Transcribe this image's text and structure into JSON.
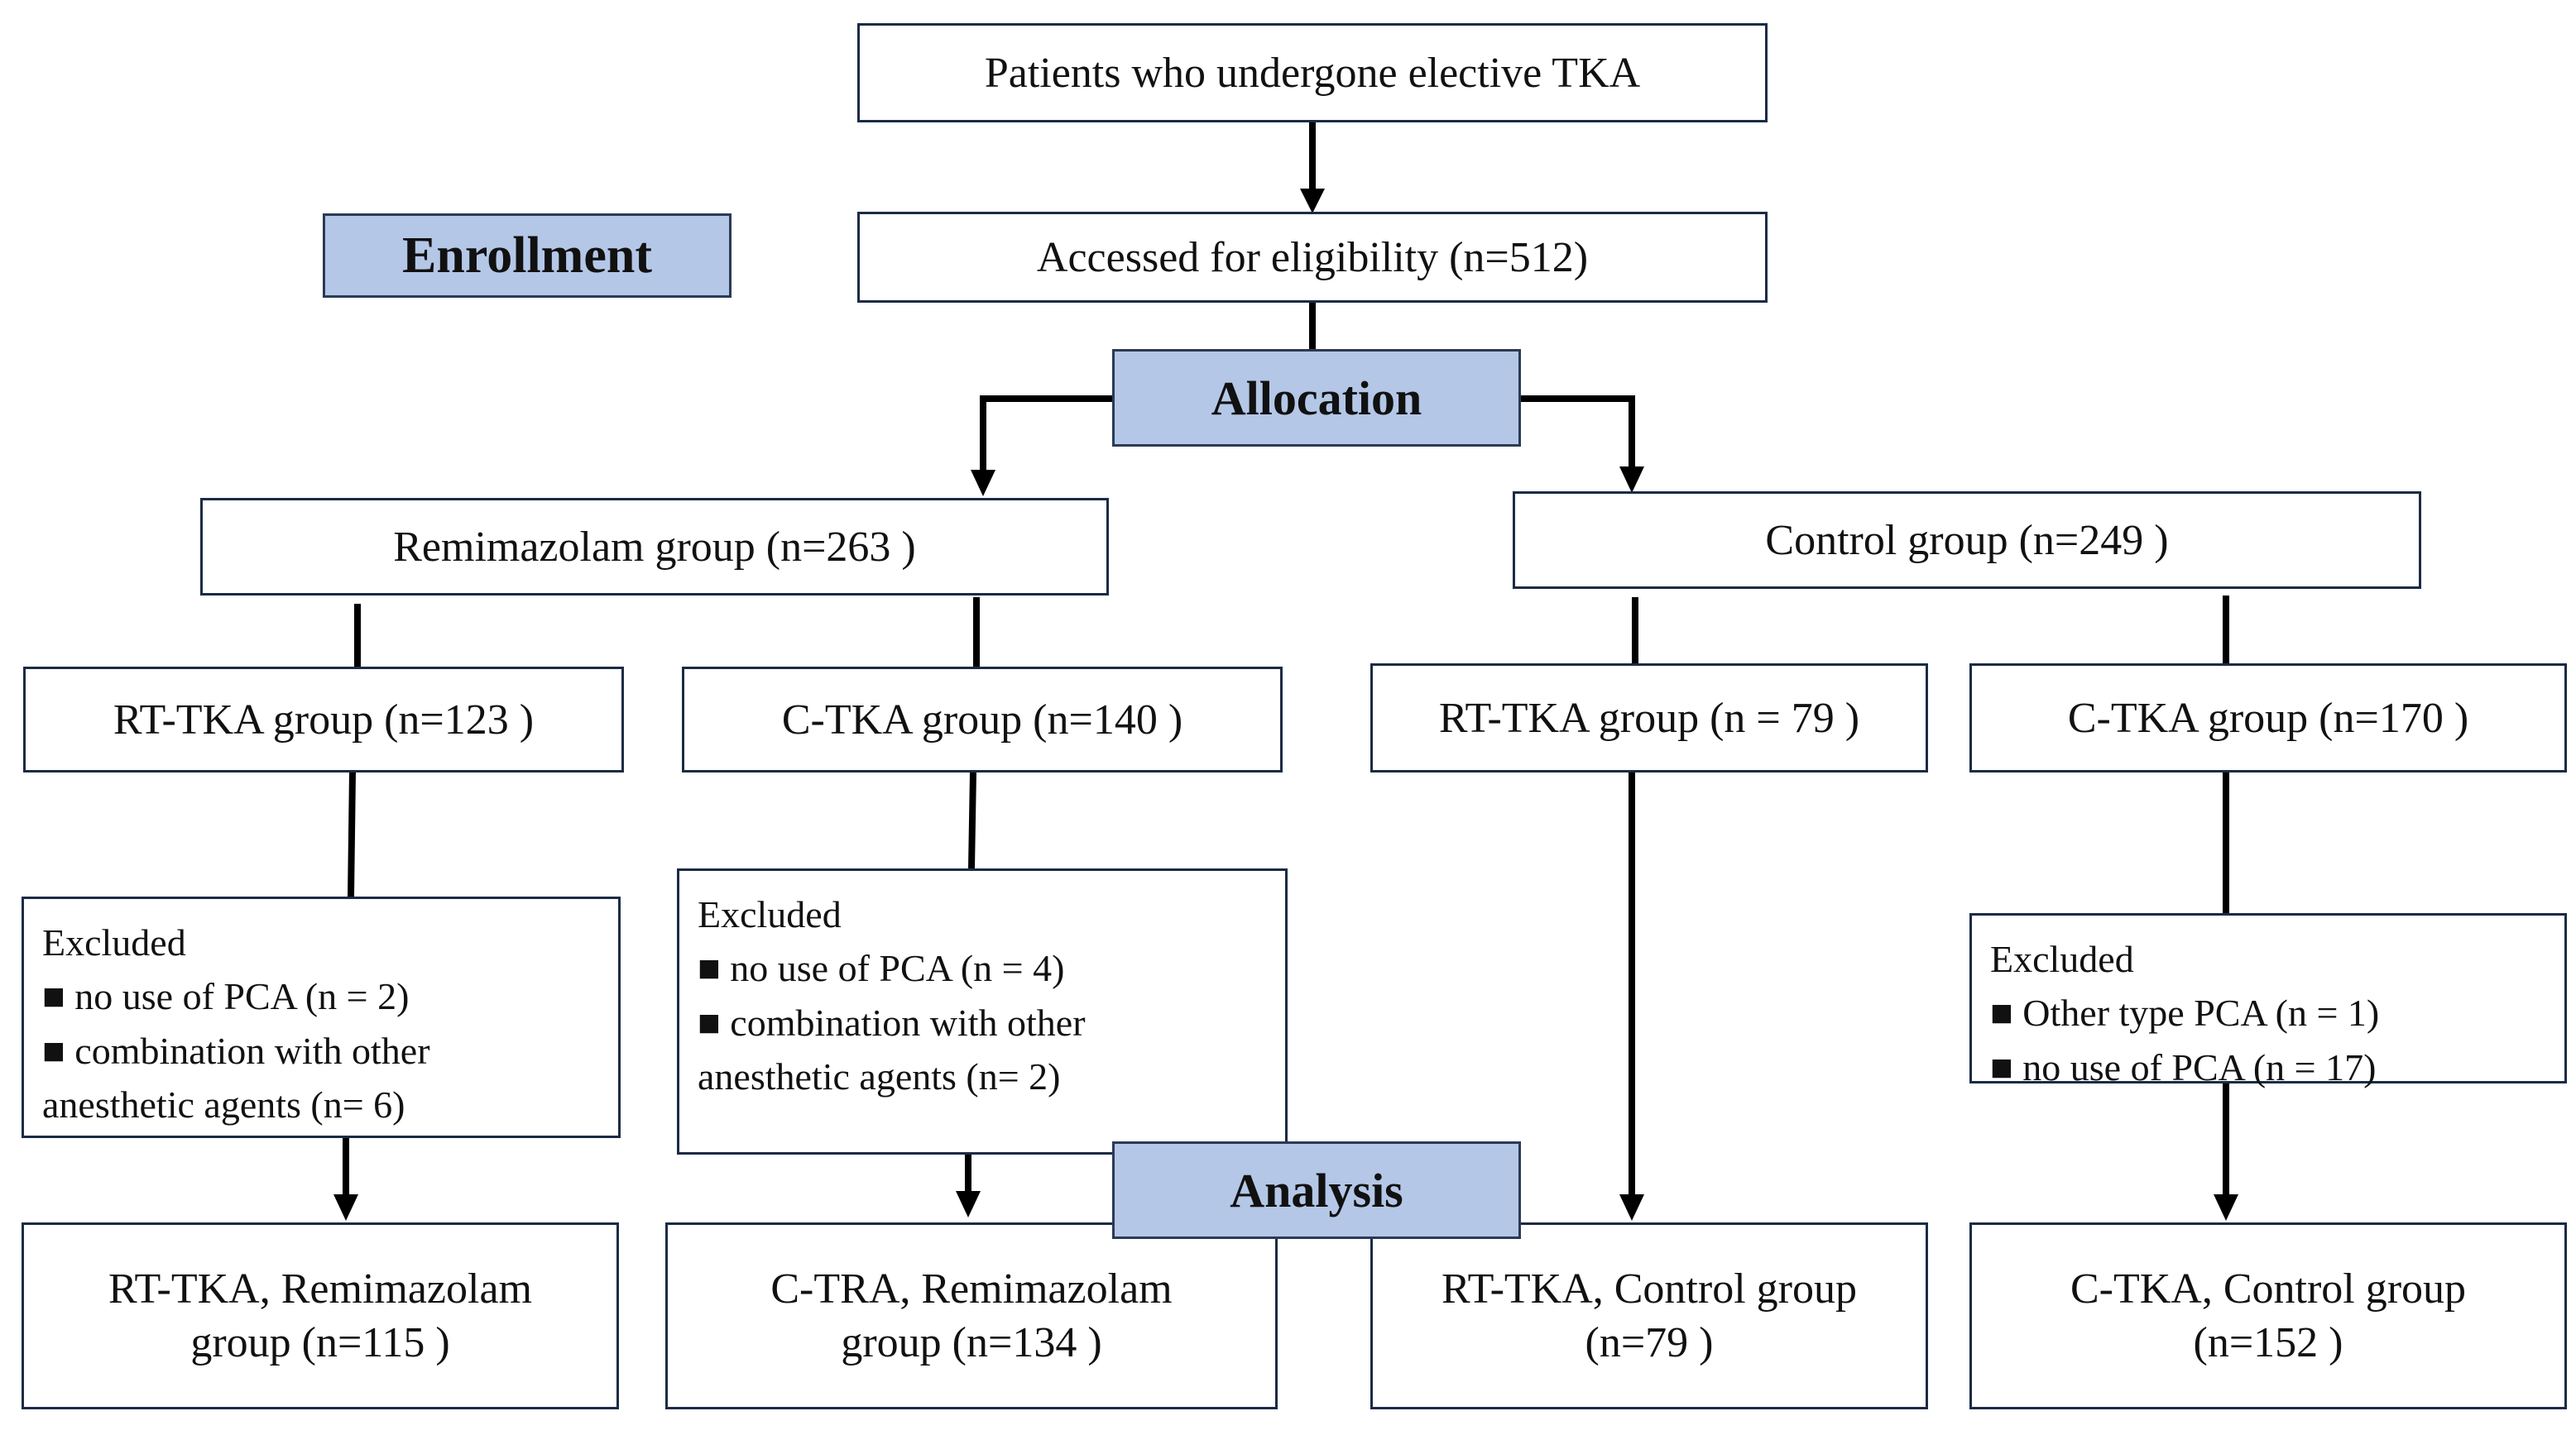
{
  "stages": {
    "enrollment": "Enrollment",
    "allocation": "Allocation",
    "analysis": "Analysis"
  },
  "top": {
    "patients": "Patients who undergone elective TKA",
    "assessed": "Accessed for eligibility (n=512)"
  },
  "groups": {
    "remimazolam": "Remimazolam group (n=263 )",
    "control": "Control group (n=249 )"
  },
  "subgroups": {
    "rem_rt": "RT-TKA group (n=123 )",
    "rem_c": "C-TKA group (n=140 )",
    "ctl_rt": "RT-TKA group (n = 79 )",
    "ctl_c": "C-TKA group (n=170 )"
  },
  "excluded": {
    "rem_rt": {
      "title": "Excluded",
      "items": [
        "■ no use of PCA (n = 2)",
        "■ combination with other",
        "anesthetic agents  (n= 6)"
      ]
    },
    "rem_c": {
      "title": "Excluded",
      "items": [
        "■ no use of PCA (n = 4)",
        "■ combination with other",
        "anesthetic  agents (n= 2)"
      ]
    },
    "ctl_c": {
      "title": "Excluded",
      "items": [
        "■ Other type PCA (n = 1)",
        "■ no use of PCA (n = 17)"
      ]
    }
  },
  "final": {
    "rem_rt": [
      "RT-TKA, Remimazolam",
      "group (n=115 )"
    ],
    "rem_c": [
      "C-TRA, Remimazolam",
      "group (n=134 )"
    ],
    "ctl_rt": [
      "RT-TKA, Control group",
      "(n=79 )"
    ],
    "ctl_c": [
      "C-TKA, Control group",
      "(n=152 )"
    ]
  },
  "colors": {
    "stage_fill": "#b4c7e7",
    "border": "#1c2b45",
    "line": "#000000"
  }
}
